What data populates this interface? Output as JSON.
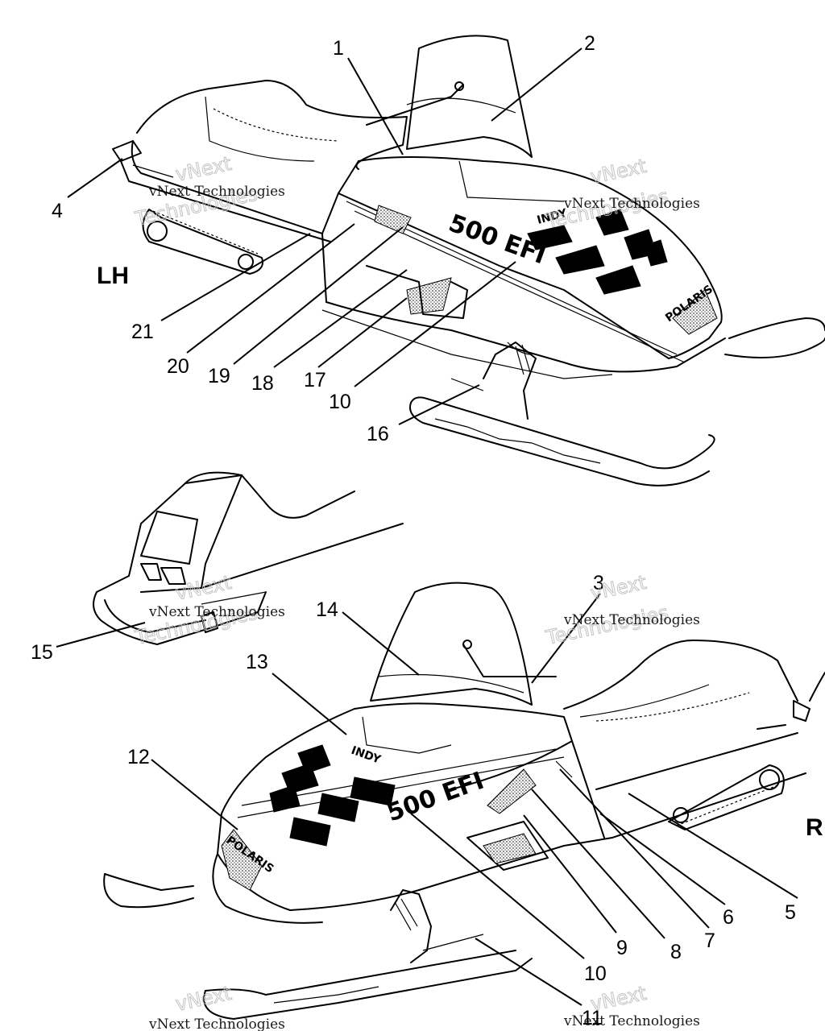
{
  "labels": {
    "lh": "LH",
    "rh": "R"
  },
  "callouts": [
    "1",
    "2",
    "3",
    "4",
    "5",
    "6",
    "7",
    "8",
    "9",
    "10",
    "10",
    "11",
    "12",
    "13",
    "14",
    "15",
    "16",
    "17",
    "18",
    "19",
    "20",
    "21"
  ],
  "watermark": {
    "text": "vNext Technologies",
    "word1": "vNext",
    "word2": "Technologies"
  },
  "decals": {
    "model": "500 EFI",
    "brand": "POLARIS",
    "name": "INDY"
  }
}
